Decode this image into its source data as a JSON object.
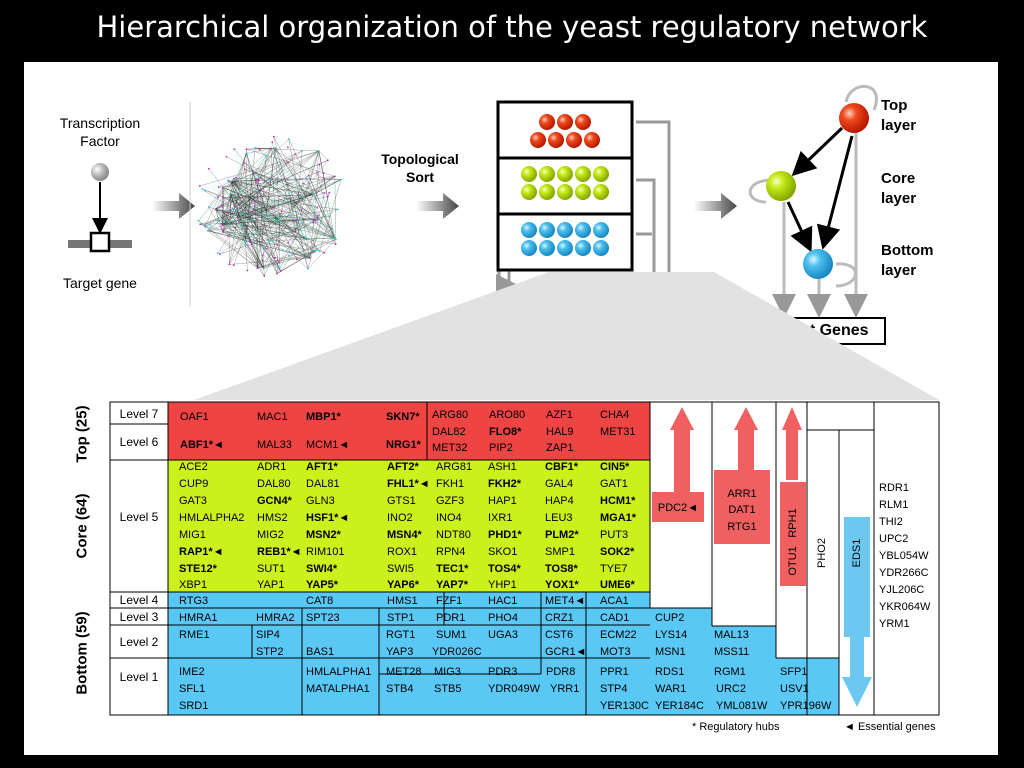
{
  "title": "Hierarchical organization of the yeast regulatory network",
  "top_figure": {
    "tf_label": "Transcription Factor",
    "target_label": "Target gene",
    "sort_label": "Topological Sort",
    "layers": {
      "top": "Top layer",
      "core": "Core layer",
      "bottom": "Bottom layer"
    },
    "target_genes": "Target Genes"
  },
  "sections": [
    {
      "label": "Top (25)"
    },
    {
      "label": "Core (64)"
    },
    {
      "label": "Bottom (59)"
    }
  ],
  "levels": [
    "Level 7",
    "Level 6",
    "Level 5",
    "Level 4",
    "Level 3",
    "Level 2",
    "Level 1"
  ],
  "genes": [
    {
      "t": "OAF1"
    },
    {
      "t": "MAC1"
    },
    {
      "t": "MBP1*",
      "b": 1
    },
    {
      "t": "SKN7*",
      "b": 1
    },
    {
      "t": "ABF1*◄",
      "b": 1
    },
    {
      "t": "MAL33"
    },
    {
      "t": "MCM1◄"
    },
    {
      "t": "NRG1*",
      "b": 1
    },
    {
      "t": "ARG80"
    },
    {
      "t": "ARO80"
    },
    {
      "t": "AZF1"
    },
    {
      "t": "CHA4"
    },
    {
      "t": "DAL82"
    },
    {
      "t": "FLO8*",
      "b": 1
    },
    {
      "t": "HAL9"
    },
    {
      "t": "MET31"
    },
    {
      "t": "MET32"
    },
    {
      "t": "PIP2"
    },
    {
      "t": "ZAP1"
    },
    {
      "t": "ACE2"
    },
    {
      "t": "ADR1"
    },
    {
      "t": "AFT1*",
      "b": 1
    },
    {
      "t": "AFT2*",
      "b": 1
    },
    {
      "t": "ARG81"
    },
    {
      "t": "ASH1"
    },
    {
      "t": "CBF1*",
      "b": 1
    },
    {
      "t": "CIN5*",
      "b": 1
    },
    {
      "t": "CUP9"
    },
    {
      "t": "DAL80"
    },
    {
      "t": "DAL81"
    },
    {
      "t": "FHL1*◄",
      "b": 1
    },
    {
      "t": "FKH1"
    },
    {
      "t": "FKH2*",
      "b": 1
    },
    {
      "t": "GAL4"
    },
    {
      "t": "GAT1"
    },
    {
      "t": "GAT3"
    },
    {
      "t": "GCN4*",
      "b": 1
    },
    {
      "t": "GLN3"
    },
    {
      "t": "GTS1"
    },
    {
      "t": "GZF3"
    },
    {
      "t": "HAP1"
    },
    {
      "t": "HAP4"
    },
    {
      "t": "HCM1*",
      "b": 1
    },
    {
      "t": "HMLALPHA2"
    },
    {
      "t": "HMS2"
    },
    {
      "t": "HSF1*◄",
      "b": 1
    },
    {
      "t": "INO2"
    },
    {
      "t": "INO4"
    },
    {
      "t": "IXR1"
    },
    {
      "t": "LEU3"
    },
    {
      "t": "MGA1*",
      "b": 1
    },
    {
      "t": "MIG1"
    },
    {
      "t": "MIG2"
    },
    {
      "t": "MSN2*",
      "b": 1
    },
    {
      "t": "MSN4*",
      "b": 1
    },
    {
      "t": "NDT80"
    },
    {
      "t": "PHD1*",
      "b": 1
    },
    {
      "t": "PLM2*",
      "b": 1
    },
    {
      "t": "PUT3"
    },
    {
      "t": "RAP1*◄",
      "b": 1
    },
    {
      "t": "REB1*◄",
      "b": 1
    },
    {
      "t": "RIM101"
    },
    {
      "t": "ROX1"
    },
    {
      "t": "RPN4"
    },
    {
      "t": "SKO1"
    },
    {
      "t": "SMP1"
    },
    {
      "t": "SOK2*",
      "b": 1
    },
    {
      "t": "STE12*",
      "b": 1
    },
    {
      "t": "SUT1"
    },
    {
      "t": "SWI4*",
      "b": 1
    },
    {
      "t": "SWI5"
    },
    {
      "t": "TEC1*",
      "b": 1
    },
    {
      "t": "TOS4*",
      "b": 1
    },
    {
      "t": "TOS8*",
      "b": 1
    },
    {
      "t": "TYE7"
    },
    {
      "t": "XBP1"
    },
    {
      "t": "YAP1"
    },
    {
      "t": "YAP5*",
      "b": 1
    },
    {
      "t": "YAP6*",
      "b": 1
    },
    {
      "t": "YAP7*",
      "b": 1
    },
    {
      "t": "YHP1"
    },
    {
      "t": "YOX1*",
      "b": 1
    },
    {
      "t": "UME6*",
      "b": 1
    },
    {
      "t": "RTG3"
    },
    {
      "t": "CAT8"
    },
    {
      "t": "HMS1"
    },
    {
      "t": "FZF1"
    },
    {
      "t": "HAC1"
    },
    {
      "t": "MET4◄"
    },
    {
      "t": "ACA1"
    },
    {
      "t": "HMRA1"
    },
    {
      "t": "HMRA2"
    },
    {
      "t": "SPT23"
    },
    {
      "t": "STP1"
    },
    {
      "t": "PDR1"
    },
    {
      "t": "PHO4"
    },
    {
      "t": "CRZ1"
    },
    {
      "t": "CAD1"
    },
    {
      "t": "CUP2"
    },
    {
      "t": "RME1"
    },
    {
      "t": "SIP4"
    },
    {
      "t": "RGT1"
    },
    {
      "t": "SUM1"
    },
    {
      "t": "UGA3"
    },
    {
      "t": "CST6"
    },
    {
      "t": "ECM22"
    },
    {
      "t": "LYS14"
    },
    {
      "t": "MAL13"
    },
    {
      "t": "STP2"
    },
    {
      "t": "BAS1"
    },
    {
      "t": "YAP3"
    },
    {
      "t": "YDR026C"
    },
    {
      "t": "GCR1◄"
    },
    {
      "t": "MOT3"
    },
    {
      "t": "MSN1"
    },
    {
      "t": "MSS11"
    },
    {
      "t": "IME2"
    },
    {
      "t": "HMLALPHA1"
    },
    {
      "t": "MET28"
    },
    {
      "t": "MIG3"
    },
    {
      "t": "PDR3"
    },
    {
      "t": "PDR8"
    },
    {
      "t": "PPR1"
    },
    {
      "t": "RDS1"
    },
    {
      "t": "RGM1"
    },
    {
      "t": "SFP1"
    },
    {
      "t": "SFL1"
    },
    {
      "t": "MATALPHA1"
    },
    {
      "t": "STB4"
    },
    {
      "t": "STB5"
    },
    {
      "t": "YDR049W"
    },
    {
      "t": "YRR1"
    },
    {
      "t": "STP4"
    },
    {
      "t": "WAR1"
    },
    {
      "t": "URC2"
    },
    {
      "t": "USV1"
    },
    {
      "t": "SRD1"
    },
    {
      "t": "YER130C"
    },
    {
      "t": "YER184C"
    },
    {
      "t": "YML081W"
    },
    {
      "t": "YPR196W"
    }
  ],
  "box_labels": {
    "pdc2": "PDC2◄",
    "arr1": "ARR1",
    "dat1": "DAT1",
    "rtg1": "RTG1",
    "otu1": "OTU1",
    "rph1": "RPH1",
    "pho2": "PHO2",
    "eds1": "EDS1"
  },
  "right_list": [
    "RDR1",
    "RLM1",
    "THI2",
    "UPC2",
    "YBL054W",
    "YDR266C",
    "YJL206C",
    "YKR064W",
    "YRM1"
  ],
  "legend": {
    "hubs": "* Regulatory hubs",
    "essential": "◄ Essential genes"
  },
  "colors": {
    "top": "#ef4444",
    "core": "#ccf01c",
    "bottom": "#5ac8f5",
    "red_arrow": "#f06060",
    "blue_arrow": "#6cc8f0"
  }
}
